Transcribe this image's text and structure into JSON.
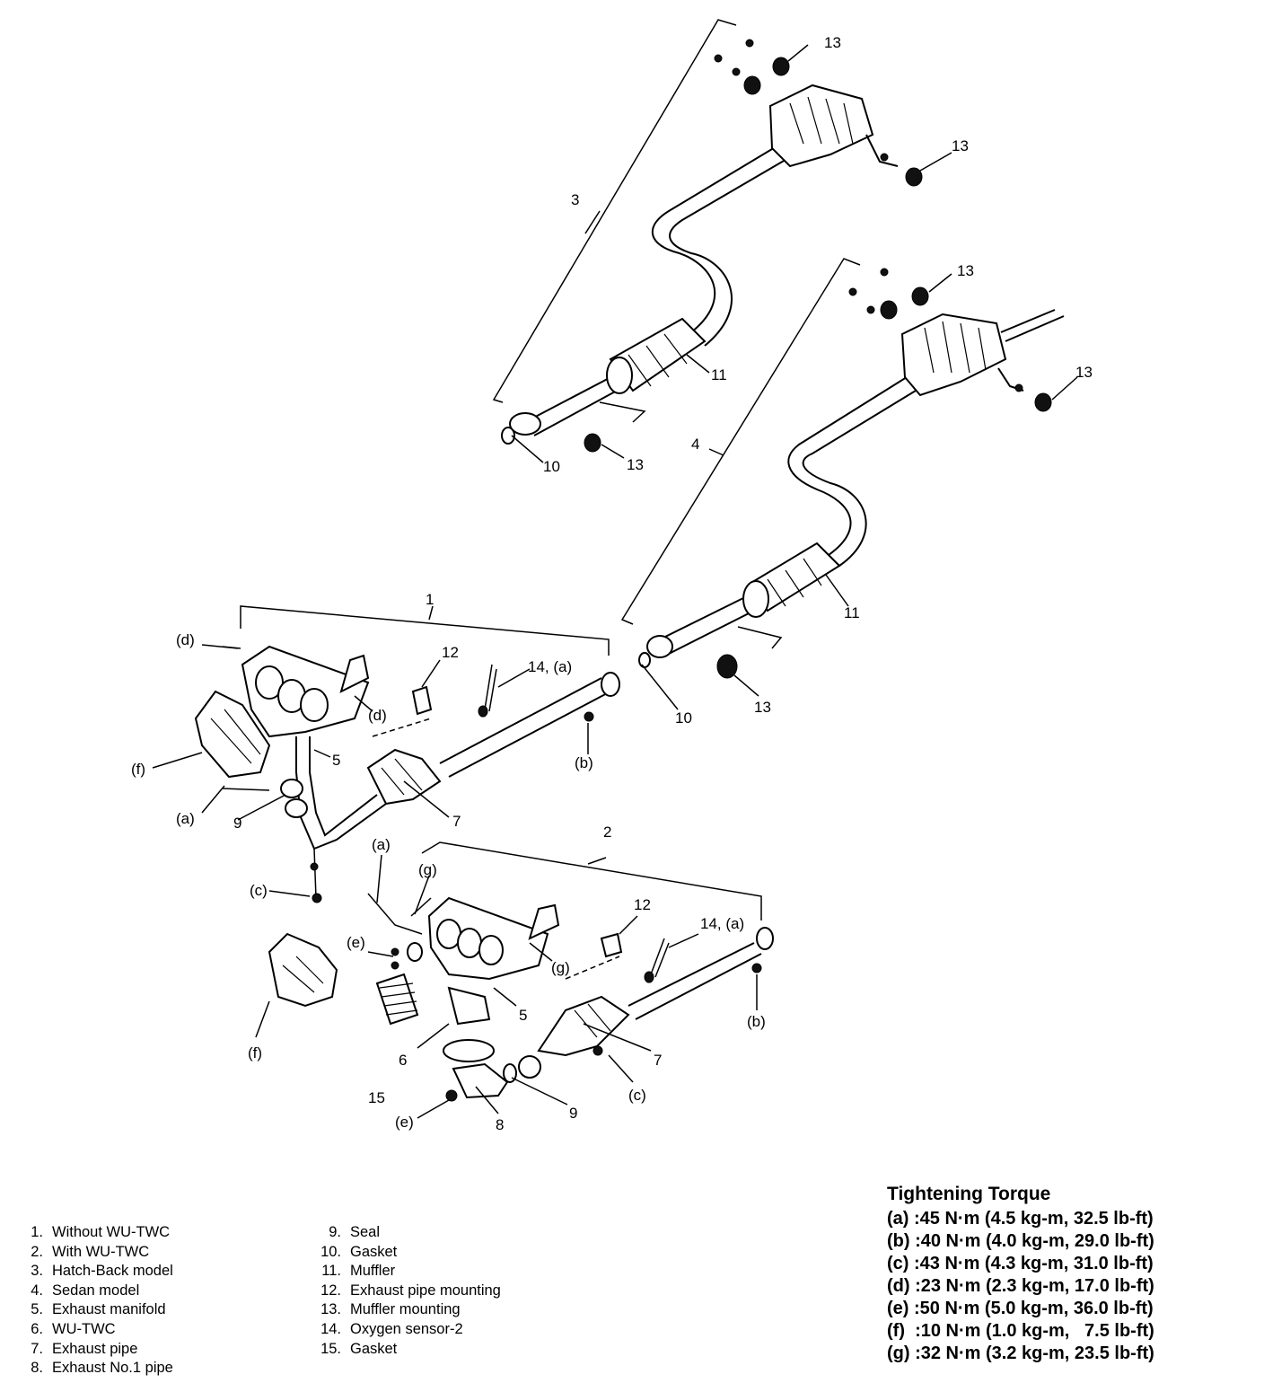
{
  "callouts": {
    "n1": "1",
    "n2": "2",
    "n3": "3",
    "n4": "4",
    "n5": "5",
    "n6": "6",
    "n7": "7",
    "n8": "8",
    "n9": "9",
    "n10": "10",
    "n11": "11",
    "n12": "12",
    "n13": "13",
    "n14": "14, (a)",
    "n15": "15",
    "a": "(a)",
    "b": "(b)",
    "c": "(c)",
    "d": "(d)",
    "e": "(e)",
    "f": "(f)",
    "g": "(g)"
  },
  "legend_left": [
    {
      "num": "1.",
      "text": "Without WU-TWC"
    },
    {
      "num": "2.",
      "text": "With WU-TWC"
    },
    {
      "num": "3.",
      "text": "Hatch-Back model"
    },
    {
      "num": "4.",
      "text": "Sedan model"
    },
    {
      "num": "5.",
      "text": "Exhaust manifold"
    },
    {
      "num": "6.",
      "text": "WU-TWC"
    },
    {
      "num": "7.",
      "text": "Exhaust pipe"
    },
    {
      "num": "8.",
      "text": "Exhaust No.1 pipe"
    }
  ],
  "legend_right": [
    {
      "num": "9.",
      "text": "Seal"
    },
    {
      "num": "10.",
      "text": "Gasket"
    },
    {
      "num": "11.",
      "text": "Muffler"
    },
    {
      "num": "12.",
      "text": "Exhaust pipe mounting"
    },
    {
      "num": "13.",
      "text": "Muffler mounting"
    },
    {
      "num": "14.",
      "text": "Oxygen sensor-2"
    },
    {
      "num": "15.",
      "text": "Gasket"
    }
  ],
  "torque": {
    "title": "Tightening Torque",
    "rows": [
      "(a) :45 N·m (4.5 kg-m, 32.5 lb-ft)",
      "(b) :40 N·m (4.0 kg-m, 29.0 lb-ft)",
      "(c) :43 N·m (4.3 kg-m, 31.0 lb-ft)",
      "(d) :23 N·m (2.3 kg-m, 17.0 lb-ft)",
      "(e) :50 N·m (5.0 kg-m, 36.0 lb-ft)",
      "(f)  :10 N·m (1.0 kg-m,   7.5 lb-ft)",
      "(g) :32 N·m (3.2 kg-m, 23.5 lb-ft)"
    ]
  }
}
